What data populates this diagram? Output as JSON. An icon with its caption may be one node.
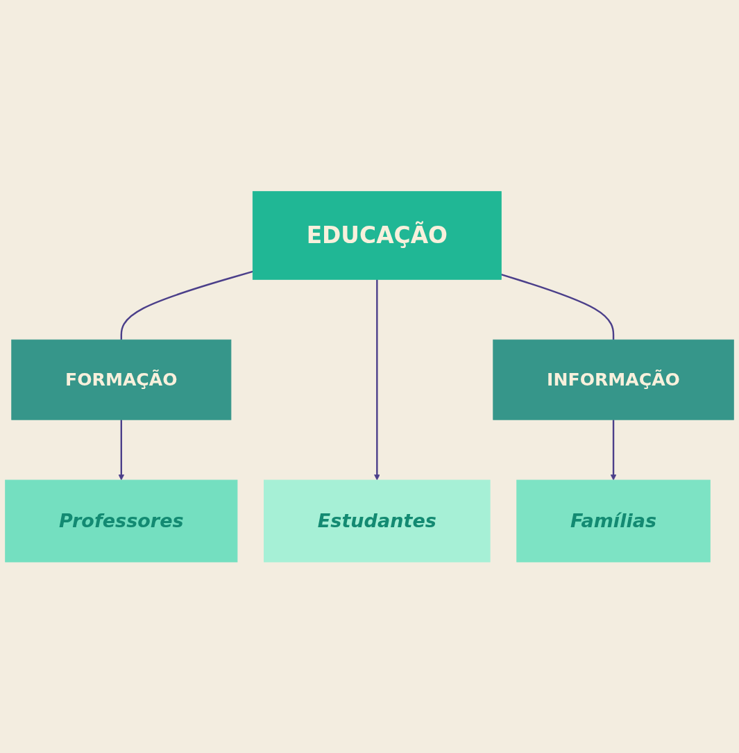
{
  "diagram": {
    "nodes": [
      {
        "text": [
          "EDUCAÇÃO"
        ]
      },
      {
        "text": [
          "FORMAÇÃO"
        ]
      },
      {
        "text": [
          "INFORMAÇÃO"
        ]
      },
      {
        "text": [
          "Professores"
        ]
      },
      {
        "text": [
          "Estudantes"
        ]
      },
      {
        "text": [
          "Famílias"
        ]
      }
    ],
    "edges": [
      {
        "from": 0,
        "to": 1,
        "arrow": "none"
      },
      {
        "from": 0,
        "to": 4,
        "arrow": "to"
      },
      {
        "from": 0,
        "to": 2,
        "arrow": "none"
      },
      {
        "from": 1,
        "to": 3,
        "arrow": "to"
      },
      {
        "from": 2,
        "to": 5,
        "arrow": "to"
      }
    ]
  }
}
